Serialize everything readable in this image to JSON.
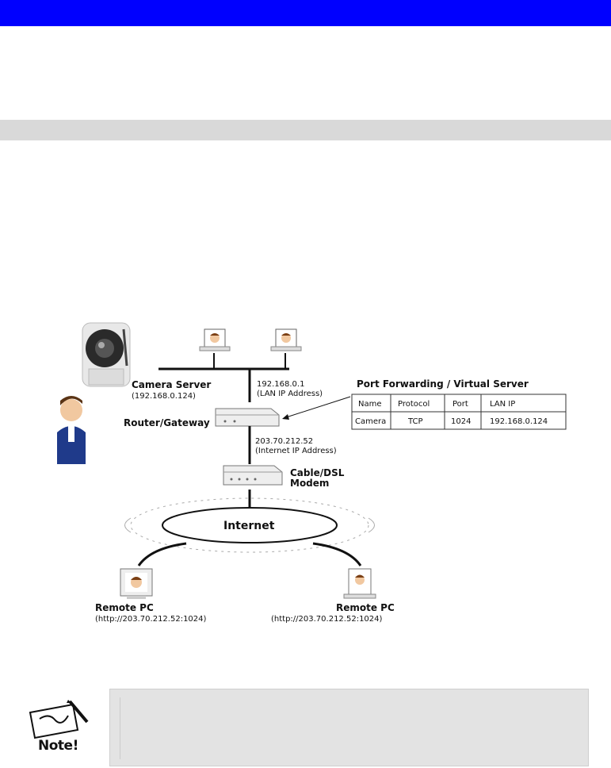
{
  "colors": {
    "header": "#0000ff",
    "section": "#d9d9d9",
    "note_bg": "#e3e3e3"
  },
  "diagram": {
    "camera_server": {
      "label": "Camera Server",
      "ip": "(192.168.0.124)"
    },
    "router": {
      "label": "Router/Gateway",
      "lan_ip": "192.168.0.1",
      "lan_ip_caption": "(LAN IP Address)",
      "internet_ip": "203.70.212.52",
      "internet_ip_caption": "(Internet IP Address)"
    },
    "modem": {
      "line1": "Cable/DSL",
      "line2": "Modem"
    },
    "internet": {
      "label": "Internet"
    },
    "remote_pc_left": {
      "label": "Remote PC",
      "url": "(http://203.70.212.52:1024)"
    },
    "remote_pc_right": {
      "label": "Remote PC",
      "url": "(http://203.70.212.52:1024)"
    },
    "port_forwarding": {
      "title": "Port Forwarding / Virtual Server",
      "headers": [
        "Name",
        "Protocol",
        "Port",
        "LAN IP"
      ],
      "row": [
        "Camera",
        "TCP",
        "1024",
        "192.168.0.124"
      ]
    }
  },
  "note": {
    "label": "Note!",
    "icon": "pen-note-icon"
  }
}
